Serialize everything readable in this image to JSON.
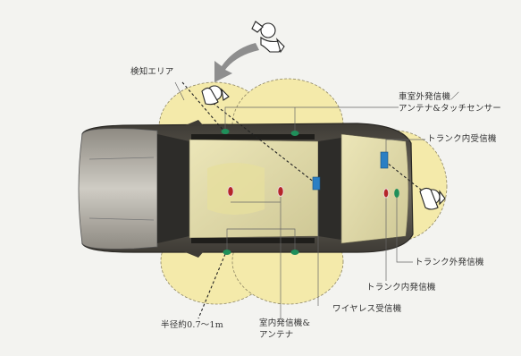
{
  "labels": {
    "detection_area": "検知エリア",
    "exterior_tx_line1": "車室外発信機／",
    "exterior_tx_line2": "アンテナ&タッチセンサー",
    "trunk_inner_rx": "トランク内受信機",
    "trunk_outer_tx": "トランク外発信機",
    "trunk_inner_tx": "トランク内発信機",
    "wireless_rx": "ワイヤレス受信機",
    "interior_tx_line1": "室内発信機&",
    "interior_tx_line2": "アンテナ",
    "radius": "半径約0.7～1m"
  },
  "colors": {
    "zone_fill": "#f4eaaa",
    "zone_stroke": "#8c8462",
    "car_body": "#5e5a52",
    "car_roof": "#e2dca8",
    "antenna_green": "#1f8f5a",
    "transmitter_red": "#b5252a",
    "receiver_blue": "#2a7fc4",
    "arrow_gray": "#8e8e8e"
  },
  "icons": [
    "person-icon",
    "movement-arrow-icon",
    "transmitter-icon",
    "receiver-icon",
    "antenna-icon"
  ]
}
